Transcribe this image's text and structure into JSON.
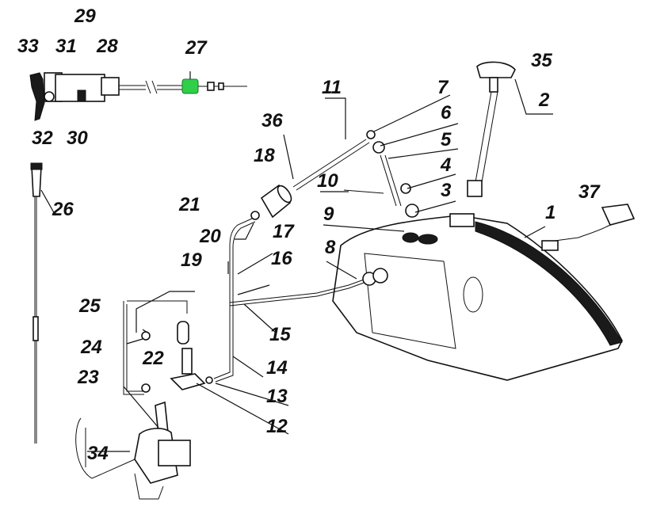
{
  "callouts": [
    {
      "id": "1",
      "text": "1"
    },
    {
      "id": "2",
      "text": "2"
    },
    {
      "id": "3",
      "text": "3"
    },
    {
      "id": "4",
      "text": "4"
    },
    {
      "id": "5",
      "text": "5"
    },
    {
      "id": "6",
      "text": "6"
    },
    {
      "id": "7",
      "text": "7"
    },
    {
      "id": "8",
      "text": "8"
    },
    {
      "id": "9",
      "text": "9"
    },
    {
      "id": "10",
      "text": "10"
    },
    {
      "id": "11",
      "text": "11"
    },
    {
      "id": "12",
      "text": "12"
    },
    {
      "id": "13",
      "text": "13"
    },
    {
      "id": "14",
      "text": "14"
    },
    {
      "id": "15",
      "text": "15"
    },
    {
      "id": "16",
      "text": "16"
    },
    {
      "id": "17",
      "text": "17"
    },
    {
      "id": "18",
      "text": "18"
    },
    {
      "id": "19",
      "text": "19"
    },
    {
      "id": "20",
      "text": "20"
    },
    {
      "id": "21",
      "text": "21"
    },
    {
      "id": "22",
      "text": "22"
    },
    {
      "id": "23",
      "text": "23"
    },
    {
      "id": "24",
      "text": "24"
    },
    {
      "id": "25",
      "text": "25"
    },
    {
      "id": "26",
      "text": "26"
    },
    {
      "id": "27",
      "text": "27"
    },
    {
      "id": "28",
      "text": "28"
    },
    {
      "id": "29",
      "text": "29"
    },
    {
      "id": "30",
      "text": "30"
    },
    {
      "id": "31",
      "text": "31"
    },
    {
      "id": "32",
      "text": "32"
    },
    {
      "id": "33",
      "text": "33"
    },
    {
      "id": "34",
      "text": "34"
    },
    {
      "id": "35",
      "text": "35"
    },
    {
      "id": "36",
      "text": "36"
    },
    {
      "id": "37",
      "text": "37"
    }
  ],
  "colors": {
    "line": "#111111",
    "highlight_part": "#2fcf4a",
    "background": "#ffffff"
  }
}
